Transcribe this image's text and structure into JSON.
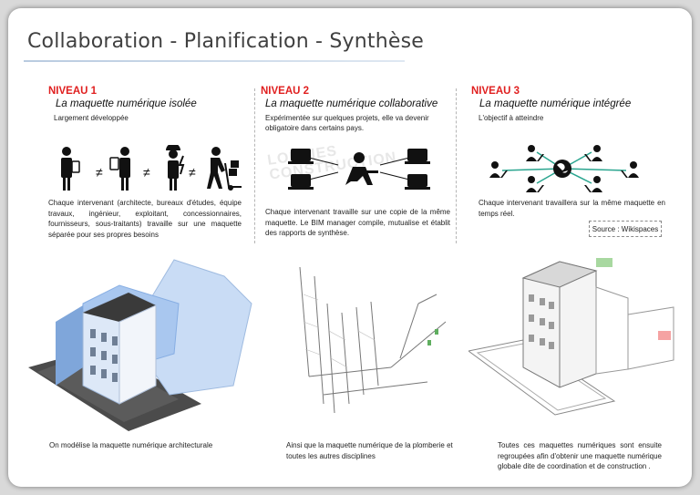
{
  "title": "Collaboration - Planification - Synthèse",
  "levels": [
    {
      "label": "NIVEAU 1",
      "subtitle": "La maquette numérique isolée",
      "note": "Largement développée",
      "body": "Chaque intervenant (architecte, bureaux d'études, équipe travaux, ingénieur, exploitant, concessionnaires, fournisseurs, sous-traitants) travaille sur une maquette séparée pour ses propres besoins",
      "caption": "On modélise la maquette numérique architecturale"
    },
    {
      "label": "NIVEAU 2",
      "subtitle": "La maquette numérique collaborative",
      "note": "Expérimentée sur quelques projets, elle va devenir obligatoire dans certains pays.",
      "body": "Chaque intervenant travaille sur une copie de la même maquette. Le BIM manager compile, mutualise et établit des rapports de synthèse.",
      "caption": "Ainsi que la maquette numérique de la plomberie et toutes les autres disciplines"
    },
    {
      "label": "NIVEAU 3",
      "subtitle": "La maquette numérique intégrée",
      "note": "L'objectif à atteindre",
      "body": "Chaque intervenant travaillera sur la même maquette en temps réel.",
      "caption": "Toutes ces maquettes numériques sont ensuite regroupées afin d'obtenir une maquette numérique globale dite de coordination et de construction ."
    }
  ],
  "source": "Source : Wikispaces",
  "not_equal": "≠",
  "watermark": [
    "LOUVIES",
    "CONSTRUCTION"
  ],
  "colors": {
    "level_red": "#e01f1f",
    "title_gray": "#404040",
    "link_teal": "#2aa58f"
  }
}
